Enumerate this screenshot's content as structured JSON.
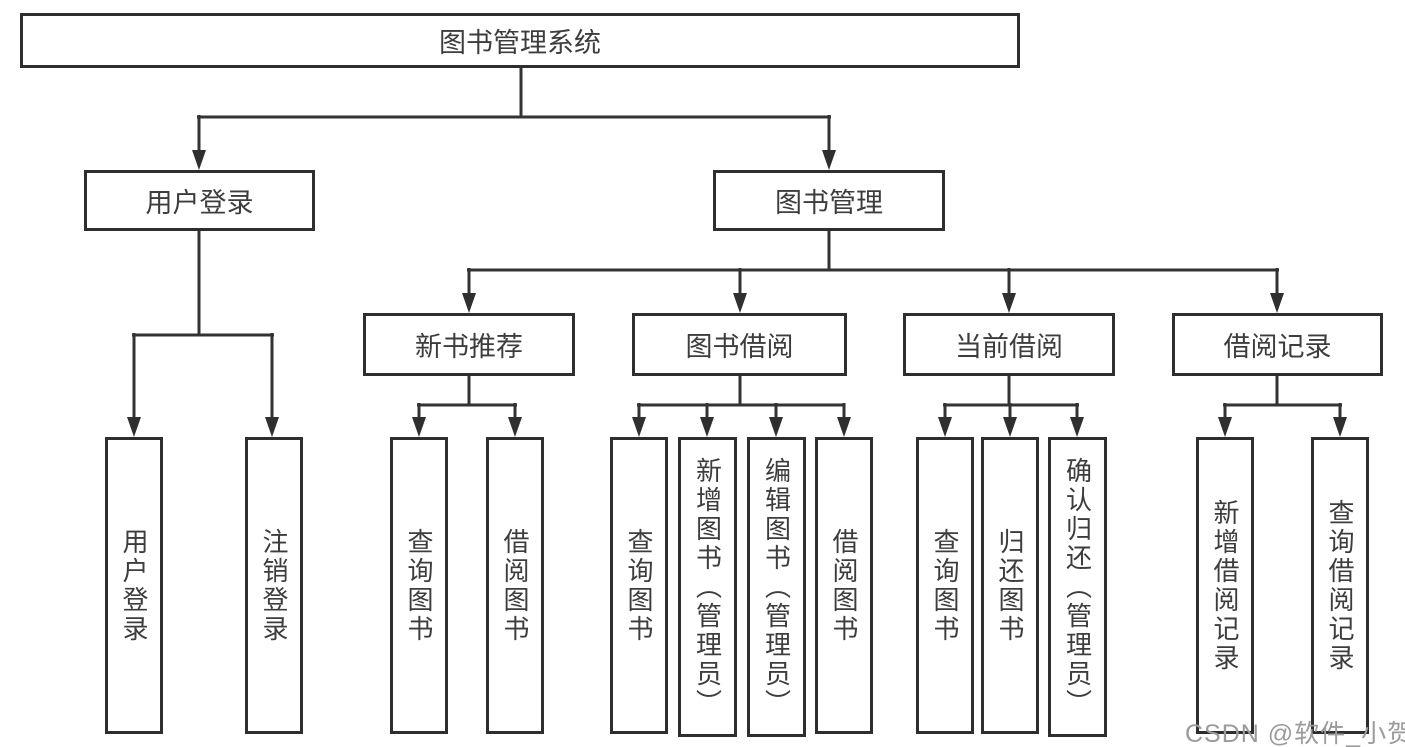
{
  "diagram": {
    "title_note": "functional structure diagram",
    "root": {
      "label": "图书管理系统"
    },
    "branches": [
      {
        "label": "用户登录",
        "children": [
          {
            "label": "用户登录"
          },
          {
            "label": "注销登录"
          }
        ]
      },
      {
        "label": "图书管理",
        "children": [
          {
            "label": "新书推荐",
            "children": [
              {
                "label": "查询图书"
              },
              {
                "label": "借阅图书"
              }
            ]
          },
          {
            "label": "图书借阅",
            "children": [
              {
                "label": "查询图书"
              },
              {
                "label": "新增图书（管理员）"
              },
              {
                "label": "编辑图书（管理员）"
              },
              {
                "label": "借阅图书"
              }
            ]
          },
          {
            "label": "当前借阅",
            "children": [
              {
                "label": "查询图书"
              },
              {
                "label": "归还图书"
              },
              {
                "label": "确认归还（管理员）"
              }
            ]
          },
          {
            "label": "借阅记录",
            "children": [
              {
                "label": "新增借阅记录"
              },
              {
                "label": "查询借阅记录"
              }
            ]
          }
        ]
      }
    ],
    "colors": {
      "line": "#333333",
      "box_border": "#2e2e2e",
      "box_fill": "#ffffff",
      "text": "#3d3d3d",
      "watermark": "#9b9b9b"
    }
  },
  "watermark": {
    "text": "CSDN @软件_小贺同学"
  }
}
